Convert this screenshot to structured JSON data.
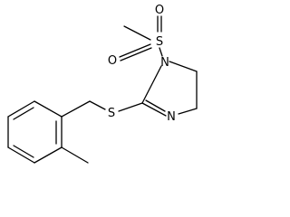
{
  "molecule": {
    "atoms": {
      "sulfonyl_o_top": "O",
      "sulfonyl_s": "S",
      "sulfonyl_o_left": "O",
      "ring_n1": "N",
      "ring_n3": "N",
      "thioether_s": "S"
    },
    "colors": {
      "bond": "#000000",
      "label": "#000000",
      "background": "#ffffff"
    }
  }
}
